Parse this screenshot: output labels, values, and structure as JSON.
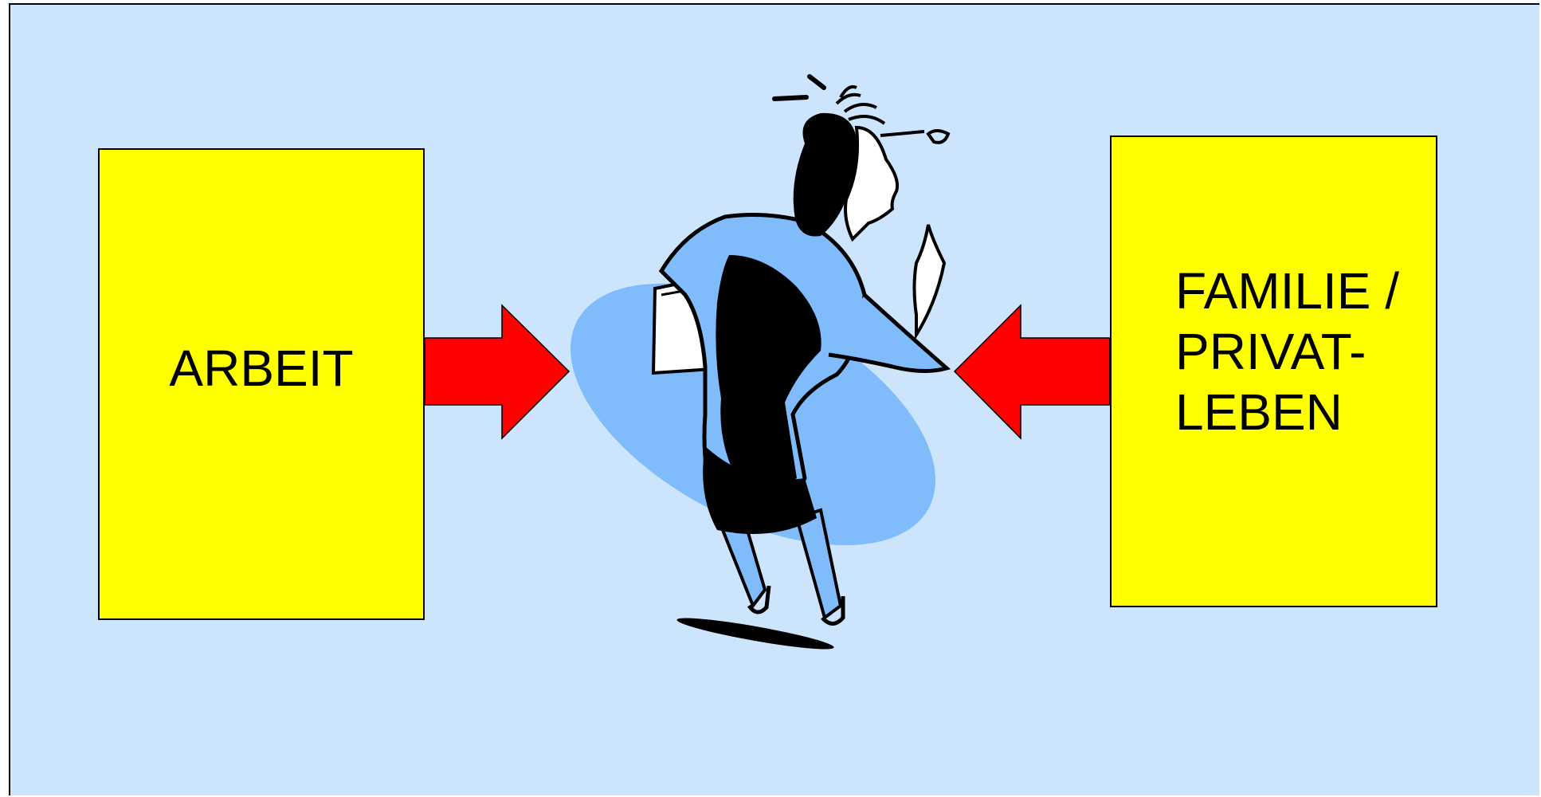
{
  "left_box": {
    "label": "ARBEIT"
  },
  "right_box": {
    "lines": [
      "FAMILIE /",
      "PRIVAT-",
      "LEBEN"
    ]
  },
  "colors": {
    "background": "#cce4fc",
    "box_fill": "#ffff00",
    "arrow_fill": "#ff0000",
    "ellipse_fill": "#80bcfc"
  },
  "illustration": {
    "icon": "running-woman-with-briefcase-icon"
  }
}
